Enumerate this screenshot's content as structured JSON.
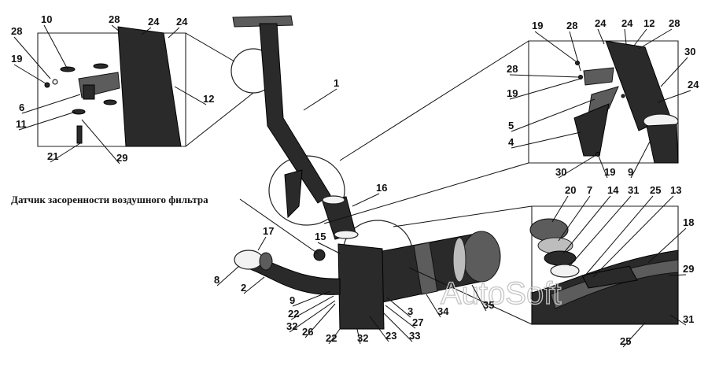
{
  "caption": "Датчик засоренности воздушного фильтра",
  "watermark": "AutoSoft",
  "callouts": {
    "tl": [
      "10",
      "28",
      "24",
      "24",
      "28",
      "19",
      "6",
      "11",
      "21",
      "29",
      "12"
    ],
    "tr": [
      "19",
      "28",
      "24",
      "24",
      "12",
      "28",
      "30",
      "28",
      "19",
      "24",
      "5",
      "4",
      "30",
      "19",
      "9"
    ],
    "br": [
      "20",
      "7",
      "14",
      "31",
      "25",
      "13",
      "18",
      "29",
      "31",
      "25"
    ],
    "main": [
      "1",
      "16",
      "15",
      "17",
      "8",
      "2",
      "9",
      "22",
      "32",
      "26",
      "22",
      "32",
      "23",
      "33",
      "27",
      "3",
      "34",
      "35"
    ]
  }
}
